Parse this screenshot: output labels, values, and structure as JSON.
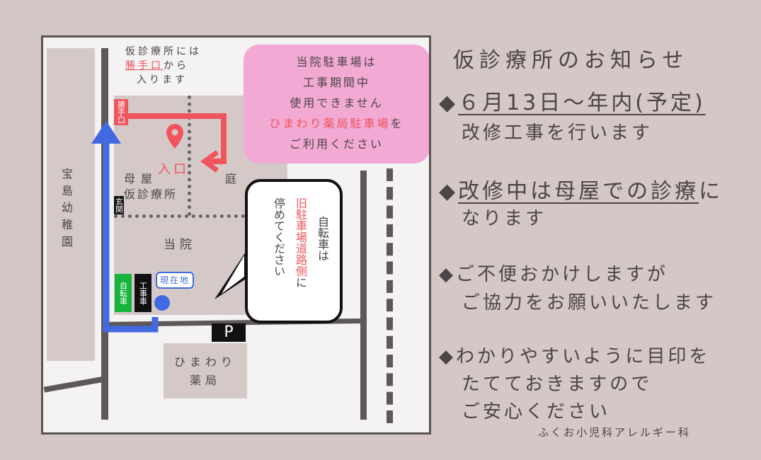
{
  "map": {
    "kindergarten": "宝島幼稚園",
    "entrance_note": [
      "仮診療所には",
      "勝手口",
      "から",
      "入ります"
    ],
    "back_door_tag": "勝手口",
    "entrance_label": "入口",
    "main_house": "母屋",
    "temp_clinic": "仮診療所",
    "garden": "庭",
    "genkan_tag": "玄関",
    "our_clinic": "当院",
    "bicycle_tag": "自転車",
    "construction_vehicle_tag": "工事車",
    "current_location": "現在地",
    "parking_mark": "P",
    "pharmacy": [
      "ひまわり",
      "薬局"
    ],
    "parking_notice": [
      "当院駐車場は",
      "工事期間中",
      "使用できません",
      "ひまわり薬局駐車場",
      "を",
      "ご利用ください"
    ],
    "bike_notice": [
      "自転車は",
      "旧駐車場道路側",
      "に",
      "停めてください"
    ],
    "colors": {
      "red": "#f0545d",
      "blue": "#4169e1",
      "green": "#16b43c",
      "pink": "#f2a9d3",
      "black": "#111111"
    }
  },
  "panel": {
    "title": "仮診療所のお知らせ",
    "items": [
      {
        "bullet": "◆",
        "line1": "６月13日～年内(予定)",
        "line2": "改修工事を行います"
      },
      {
        "bullet": "◆",
        "line1_ul": "改修中は母屋での診療",
        "line1_rest": "に",
        "line2": "なります"
      },
      {
        "bullet": "◆",
        "line1": "ご不便おかけしますが",
        "line2": "ご協力をお願いいたします"
      },
      {
        "bullet": "◆",
        "line1": "わかりやすいように目印を",
        "line2": "たてておきますので",
        "line3": "ご安心ください"
      }
    ],
    "signature": "ふくお小児科アレルギー科"
  }
}
